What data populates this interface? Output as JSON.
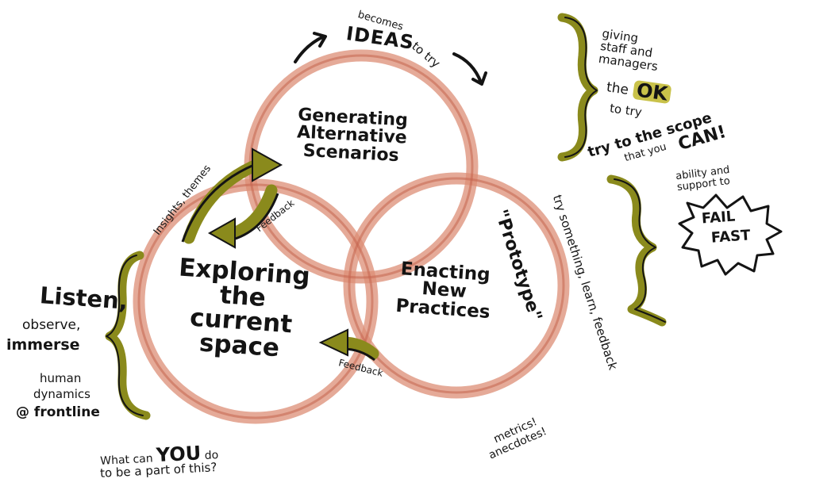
{
  "circles": {
    "generating": [
      "Generating",
      "Alternative",
      "Scenarios"
    ],
    "exploring": [
      "Exploring",
      "the",
      "current",
      "space"
    ],
    "enacting": [
      "Enacting",
      "New",
      "Practices"
    ]
  },
  "arrows": {
    "top_small": "becomes",
    "top_big": "IDEAS",
    "top_end": "to try",
    "insights": "Insights, themes",
    "feedback_1": "Feedback",
    "feedback_2": "Feedback"
  },
  "left_notes": {
    "listen": "Listen,",
    "observe": "observe,",
    "immerse": "immerse",
    "human": "human",
    "dynamics": "dynamics",
    "frontline": "@ frontline"
  },
  "bottom_question": {
    "line1_a": "What can",
    "line1_you": "YOU",
    "line1_b": "do",
    "line2": "to be a part of this?"
  },
  "right_notes": {
    "giving": [
      "giving",
      "staff and",
      "managers"
    ],
    "the": "the",
    "ok": "OK",
    "to_try": "to try",
    "try_scope_1": "try to the scope",
    "try_scope_2": "that you",
    "can": "CAN!",
    "prototype": "\"Prototype\"",
    "prototype_sub": "try something, learn, feedback",
    "ability": [
      "ability and",
      "support to"
    ],
    "fail": "FAIL",
    "fast": "FAST",
    "metrics": [
      "metrics!",
      "anecdotes!"
    ]
  },
  "colors": {
    "ring": "#d9846b",
    "accent": "#8a8a1c",
    "ink": "#141414"
  }
}
